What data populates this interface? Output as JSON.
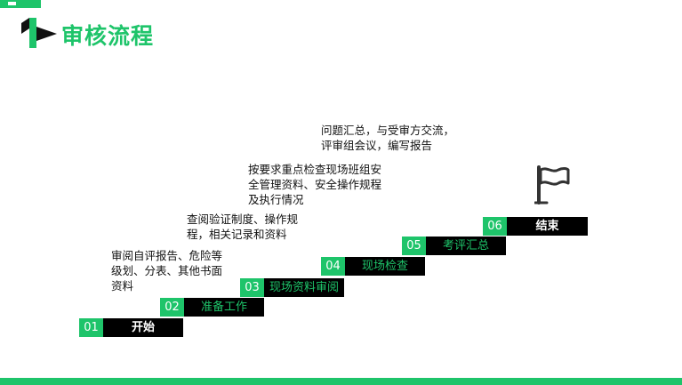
{
  "header": {
    "title": "审核流程",
    "logo_number": "1"
  },
  "steps": [
    {
      "number": "01",
      "label": "开始"
    },
    {
      "number": "02",
      "label": "准备工作"
    },
    {
      "number": "03",
      "label": "现场资料审阅"
    },
    {
      "number": "04",
      "label": "现场检查"
    },
    {
      "number": "05",
      "label": "考评汇总"
    },
    {
      "number": "06",
      "label": "结束"
    }
  ],
  "descriptions": [
    {
      "lines": [
        "审阅自评报告、危险等",
        "级划、分表、其他书面",
        "资料"
      ]
    },
    {
      "lines": [
        "查阅验证制度、操作规",
        "程，相关记录和资料"
      ]
    },
    {
      "lines": [
        "按要求重点检查现场班组安",
        "全管理资料、安全操作规程",
        "及执行情况"
      ]
    },
    {
      "lines": [
        "问题汇总，与受审方交流，",
        "评审组会议，编写报告"
      ]
    }
  ],
  "colors": {
    "accent": "#1ec46a",
    "dark": "#000000"
  },
  "icons": {
    "logo": "number-one-logo-icon",
    "end": "flag-icon"
  }
}
